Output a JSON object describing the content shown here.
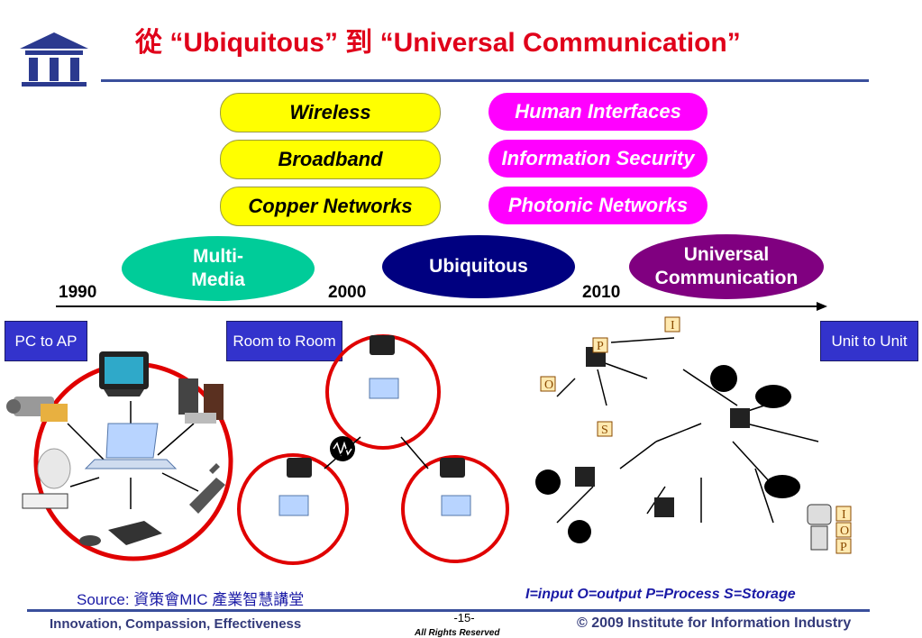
{
  "title": "從 “Ubiquitous” 到 “Universal Communication”",
  "tech_left": [
    "Wireless",
    "Broadband",
    "Copper Networks"
  ],
  "tech_right": [
    "Human Interfaces",
    "Information Security",
    "Photonic Networks"
  ],
  "eras": {
    "multimedia": "Multi-\nMedia",
    "ubiquitous": "Ubiquitous",
    "universal": "Universal\nCommunication"
  },
  "years": [
    "1990",
    "2000",
    "2010"
  ],
  "connection_labels": {
    "pc_to_ap": "PC to AP",
    "room_to_room": "Room to Room",
    "unit_to_unit": "Unit to Unit"
  },
  "node_letters": [
    "I",
    "O",
    "P",
    "S"
  ],
  "source": "Source: 資策會MIC 產業智慧講堂",
  "legend": "I=input O=output P=Process S=Storage",
  "footer": {
    "motto": "Innovation, Compassion, Effectiveness",
    "page": "-15-",
    "rights": "All Rights Reserved",
    "copyright": "© 2009 Institute for Information Industry"
  },
  "colors": {
    "title": "#e0001a",
    "yellow_pill": "#ffff00",
    "magenta_pill": "#ff00ff",
    "multimedia": "#00cc99",
    "ubiquitous": "#000080",
    "universal": "#800080",
    "label_box": "#3333cc",
    "ring": "#e00000"
  }
}
